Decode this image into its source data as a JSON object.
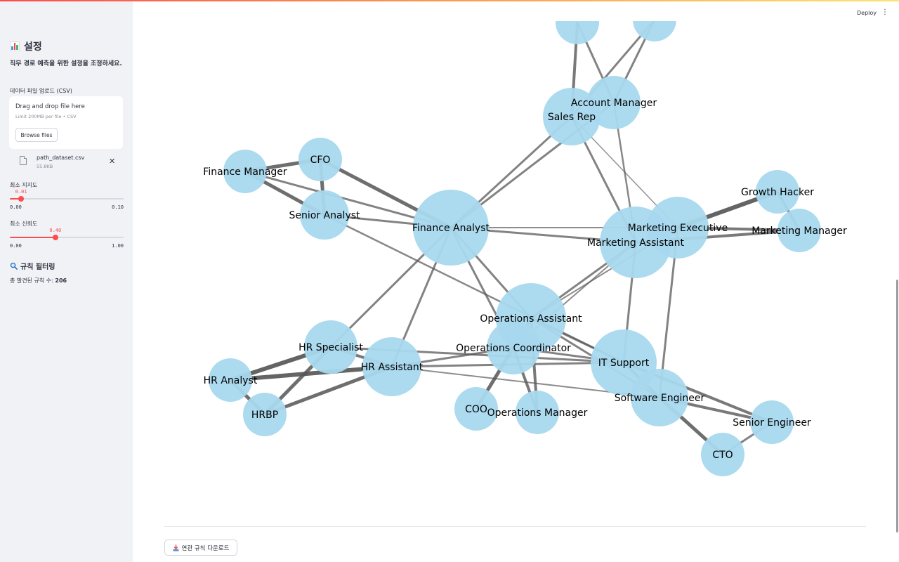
{
  "app": {
    "deploy_label": "Deploy",
    "menu_icon": "kebab-icon"
  },
  "sidebar": {
    "title": "설정",
    "title_icon": "bar-chart-icon",
    "description": "직무 경로 예측을 위한 설정을 조정하세요.",
    "upload": {
      "label": "데이터 파일 업로드 (CSV)",
      "drop_text": "Drag and drop file here",
      "limit_text": "Limit 200MB per file • CSV",
      "browse_label": "Browse files",
      "file_name": "path_dataset.csv",
      "file_size": "55.8KB"
    },
    "support": {
      "label": "최소 지지도",
      "value": "0.01",
      "min": "0.00",
      "max": "0.10",
      "fraction": 0.1
    },
    "confidence": {
      "label": "최소 신뢰도",
      "value": "0.40",
      "min": "0.00",
      "max": "1.00",
      "fraction": 0.4
    },
    "filter": {
      "title": "규칙 필터링",
      "icon": "magnifier-icon",
      "count_label": "총 발견된 규칙 수:",
      "count": "206"
    }
  },
  "graph": {
    "node_color": "#a8d8ee",
    "edge_color": "#555555",
    "nodes": [
      {
        "id": "top1",
        "label": ""
      },
      {
        "id": "top2",
        "label": ""
      },
      {
        "id": "am",
        "label": "Account Manager"
      },
      {
        "id": "sr",
        "label": "Sales Rep"
      },
      {
        "id": "cfo",
        "label": "CFO"
      },
      {
        "id": "fm",
        "label": "Finance Manager"
      },
      {
        "id": "sa",
        "label": "Senior Analyst"
      },
      {
        "id": "fa",
        "label": "Finance Analyst"
      },
      {
        "id": "gh",
        "label": "Growth Hacker"
      },
      {
        "id": "me",
        "label": "Marketing Executive"
      },
      {
        "id": "mm",
        "label": "Marketing Manager"
      },
      {
        "id": "ma",
        "label": "Marketing Assistant"
      },
      {
        "id": "oa",
        "label": "Operations Assistant"
      },
      {
        "id": "oc",
        "label": "Operations Coordinator"
      },
      {
        "id": "hrs",
        "label": "HR Specialist"
      },
      {
        "id": "hra",
        "label": "HR Assistant"
      },
      {
        "id": "han",
        "label": "HR Analyst"
      },
      {
        "id": "hrbp",
        "label": "HRBP"
      },
      {
        "id": "its",
        "label": "IT Support"
      },
      {
        "id": "se",
        "label": "Software Engineer"
      },
      {
        "id": "coo",
        "label": "COO"
      },
      {
        "id": "om",
        "label": "Operations Manager"
      },
      {
        "id": "seng",
        "label": "Senior Engineer"
      },
      {
        "id": "cto",
        "label": "CTO"
      }
    ],
    "edges": [
      [
        "top1",
        "sr",
        4
      ],
      [
        "top1",
        "am",
        3
      ],
      [
        "top2",
        "sr",
        3
      ],
      [
        "top2",
        "am",
        3
      ],
      [
        "sr",
        "fa",
        3
      ],
      [
        "sr",
        "ma",
        3
      ],
      [
        "sr",
        "me",
        1.5
      ],
      [
        "am",
        "fa",
        3
      ],
      [
        "am",
        "ma",
        2.5
      ],
      [
        "fm",
        "cfo",
        5
      ],
      [
        "fm",
        "sa",
        5
      ],
      [
        "fm",
        "fa",
        3
      ],
      [
        "cfo",
        "sa",
        5
      ],
      [
        "cfo",
        "fa",
        5
      ],
      [
        "sa",
        "fa",
        3
      ],
      [
        "sa",
        "its",
        2.5
      ],
      [
        "fa",
        "ma",
        3
      ],
      [
        "fa",
        "me",
        2
      ],
      [
        "fa",
        "oa",
        3
      ],
      [
        "fa",
        "oc",
        3
      ],
      [
        "fa",
        "hrs",
        3
      ],
      [
        "fa",
        "hra",
        3
      ],
      [
        "gh",
        "me",
        6
      ],
      [
        "gh",
        "mm",
        4
      ],
      [
        "me",
        "mm",
        4
      ],
      [
        "ma",
        "mm",
        4
      ],
      [
        "me",
        "oa",
        2
      ],
      [
        "ma",
        "oa",
        3
      ],
      [
        "ma",
        "oc",
        2
      ],
      [
        "ma",
        "its",
        3
      ],
      [
        "me",
        "se",
        3
      ],
      [
        "hrs",
        "hra",
        4
      ],
      [
        "hrs",
        "han",
        6
      ],
      [
        "hrs",
        "hrbp",
        5
      ],
      [
        "han",
        "hra",
        6
      ],
      [
        "han",
        "hrbp",
        5
      ],
      [
        "hra",
        "hrbp",
        5
      ],
      [
        "hrs",
        "its",
        3
      ],
      [
        "hra",
        "oc",
        3
      ],
      [
        "hra",
        "its",
        3
      ],
      [
        "hra",
        "se",
        2
      ],
      [
        "oa",
        "oc",
        4
      ],
      [
        "oa",
        "om",
        4
      ],
      [
        "oa",
        "its",
        3
      ],
      [
        "oa",
        "se",
        3
      ],
      [
        "oc",
        "coo",
        5
      ],
      [
        "oc",
        "om",
        4
      ],
      [
        "oc",
        "its",
        3
      ],
      [
        "its",
        "se",
        4
      ],
      [
        "its",
        "seng",
        4
      ],
      [
        "se",
        "seng",
        4
      ],
      [
        "se",
        "cto",
        5
      ],
      [
        "seng",
        "cto",
        3
      ]
    ]
  },
  "footer": {
    "download_label": "연관 규칙 다운로드",
    "download_icon": "download-icon"
  }
}
